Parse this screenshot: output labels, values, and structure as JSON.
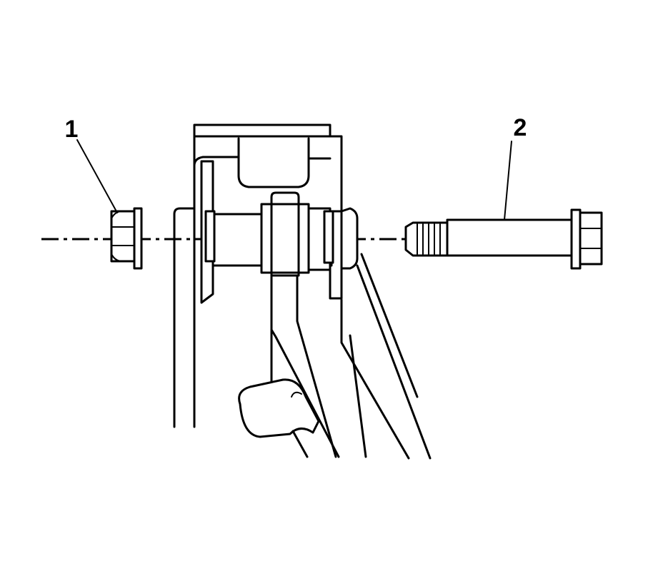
{
  "callouts": [
    {
      "number": "1",
      "part": "nut"
    },
    {
      "number": "2",
      "part": "bolt"
    }
  ]
}
